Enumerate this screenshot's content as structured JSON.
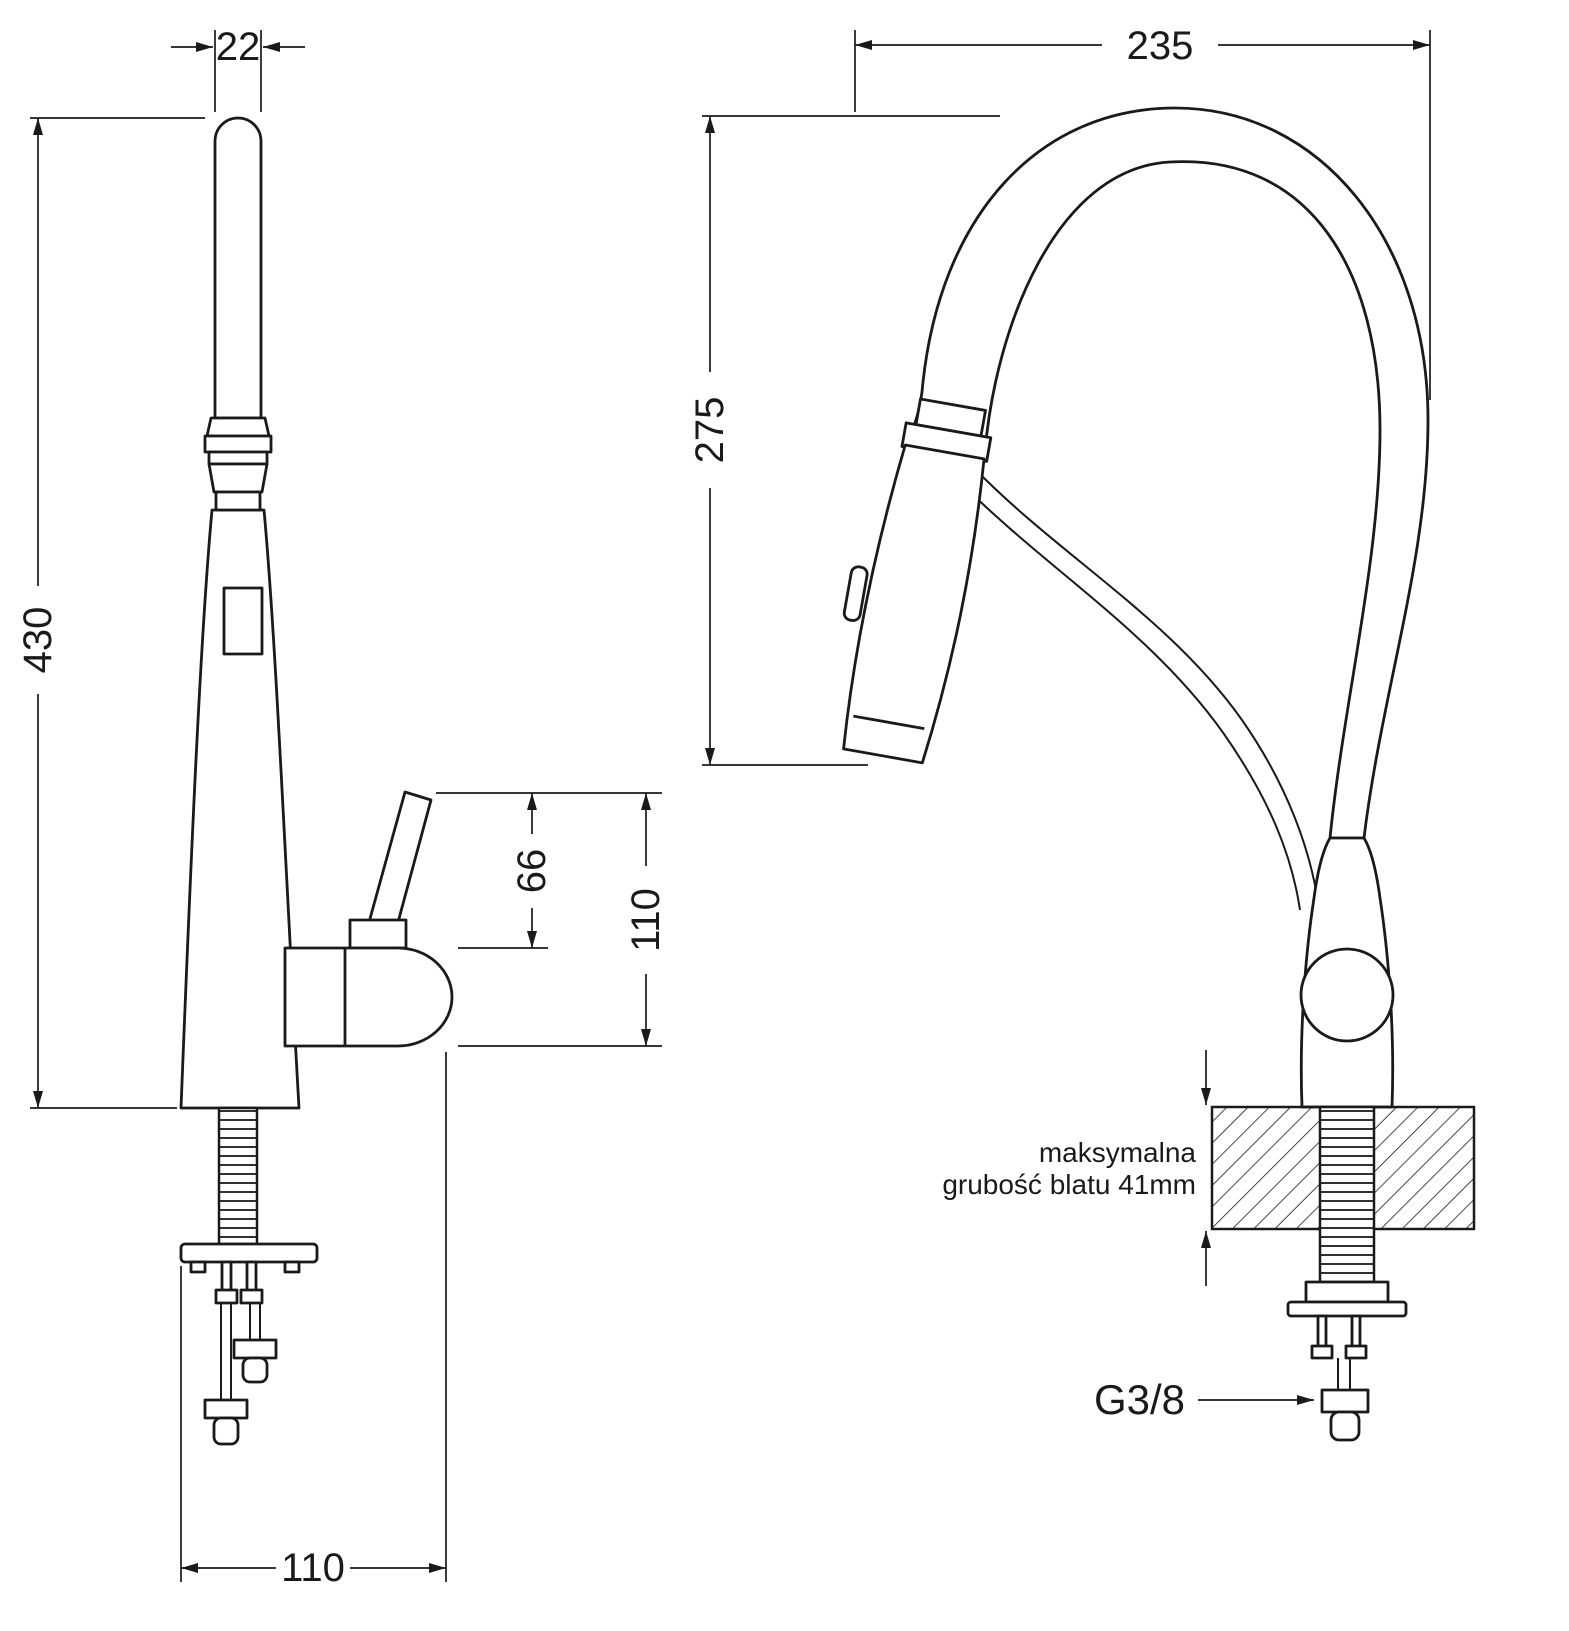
{
  "page": {
    "background": "#ffffff",
    "line_color": "#1a1a1a"
  },
  "left_view": {
    "dims": {
      "spout_width": "22",
      "total_height": "430",
      "lever_height": "66",
      "handle_height": "110",
      "base_depth": "110"
    }
  },
  "right_view": {
    "dims": {
      "spout_reach": "235",
      "spout_height": "275"
    },
    "notes": {
      "countertop_line1": "maksymalna",
      "countertop_line2": "grubość blatu 41mm",
      "connection_thread": "G3/8"
    }
  }
}
